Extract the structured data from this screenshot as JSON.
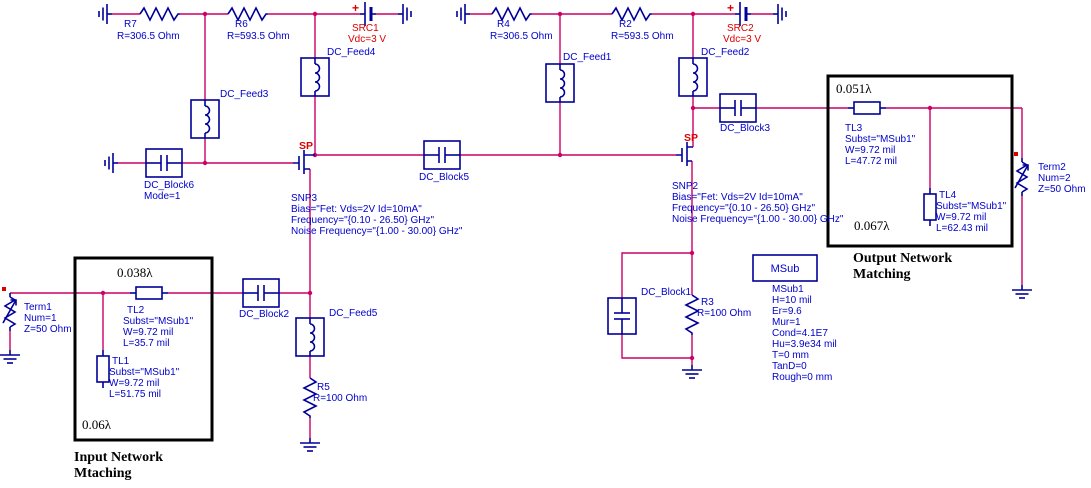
{
  "colors": {
    "wire": "#cc0066",
    "component": "#000099",
    "label_blue": "#0000cc",
    "label_red": "#dd0000",
    "annotation_black": "#000000",
    "background": "#ffffff"
  },
  "stage1": {
    "r7": {
      "ref": "R7",
      "val": "R=306.5 Ohm"
    },
    "r6": {
      "ref": "R6",
      "val": "R=593.5 Ohm"
    },
    "src1": {
      "plus": "+",
      "ref": "SRC1",
      "val": "Vdc=3 V"
    },
    "dc_feed4": {
      "ref": "DC_Feed4"
    },
    "dc_feed3": {
      "ref": "DC_Feed3"
    },
    "dc_block6": {
      "ref": "DC_Block6",
      "mode": "Mode=1"
    },
    "snp3": {
      "tag": "SP",
      "ref": "SNP3",
      "bias": "Bias=\"Fet: Vds=2V Id=10mA\"",
      "freq": "Frequency=\"{0.10 - 26.50} GHz\"",
      "noise": "Noise Frequency=\"{1.00 - 30.00} GHz\""
    },
    "dc_block5": {
      "ref": "DC_Block5"
    },
    "dc_block2": {
      "ref": "DC_Block2"
    },
    "dc_feed5": {
      "ref": "DC_Feed5"
    },
    "r5": {
      "ref": "R5",
      "val": "R=100 Ohm"
    }
  },
  "stage2": {
    "r4": {
      "ref": "R4",
      "val": "R=306.5 Ohm"
    },
    "r2": {
      "ref": "R2",
      "val": "R=593.5 Ohm"
    },
    "src2": {
      "plus": "+",
      "ref": "SRC2",
      "val": "Vdc=3 V"
    },
    "dc_feed1": {
      "ref": "DC_Feed1"
    },
    "dc_feed2": {
      "ref": "DC_Feed2"
    },
    "snp2": {
      "tag": "SP",
      "ref": "SNP2",
      "bias": "Bias=\"Fet: Vds=2V Id=10mA\"",
      "freq": "Frequency=\"{0.10 - 26.50} GHz\"",
      "noise": "Noise Frequency=\"{1.00 - 30.00} GHz\""
    },
    "dc_block3": {
      "ref": "DC_Block3"
    },
    "dc_block1": {
      "ref": "DC_Block1"
    },
    "r3": {
      "ref": "R3",
      "val": "R=100 Ohm"
    }
  },
  "input_network": {
    "tl2": {
      "lambda": "0.038λ",
      "ref": "TL2",
      "subst": "Subst=\"MSub1\"",
      "w": "W=9.72 mil",
      "l": "L=35.7 mil"
    },
    "tl1": {
      "lambda": "0.06λ",
      "ref": "TL1",
      "subst": "Subst=\"MSub1\"",
      "w": "W=9.72 mil",
      "l": "L=51.75 mil"
    },
    "term1": {
      "ref": "Term1",
      "num": "Num=1",
      "z": "Z=50 Ohm"
    },
    "caption1": "Input Network",
    "caption2": "Mtaching"
  },
  "output_network": {
    "tl3": {
      "lambda": "0.051λ",
      "ref": "TL3",
      "subst": "Subst=\"MSub1\"",
      "w": "W=9.72 mil",
      "l": "L=47.72 mil"
    },
    "tl4": {
      "lambda": "0.067λ",
      "ref": "TL4",
      "subst": "Subst=\"MSub1\"",
      "w": "W=9.72 mil",
      "l": "L=62.43 mil"
    },
    "term2": {
      "ref": "Term2",
      "num": "Num=2",
      "z": "Z=50 Ohm"
    },
    "caption1": "Output Network",
    "caption2": "Matching"
  },
  "msub": {
    "title": "MSub",
    "params": [
      "MSub1",
      "H=10 mil",
      "Er=9.6",
      "Mur=1",
      "Cond=4.1E7",
      "Hu=3.9e34 mil",
      "T=0 mm",
      "TanD=0",
      "Rough=0 mm"
    ]
  }
}
